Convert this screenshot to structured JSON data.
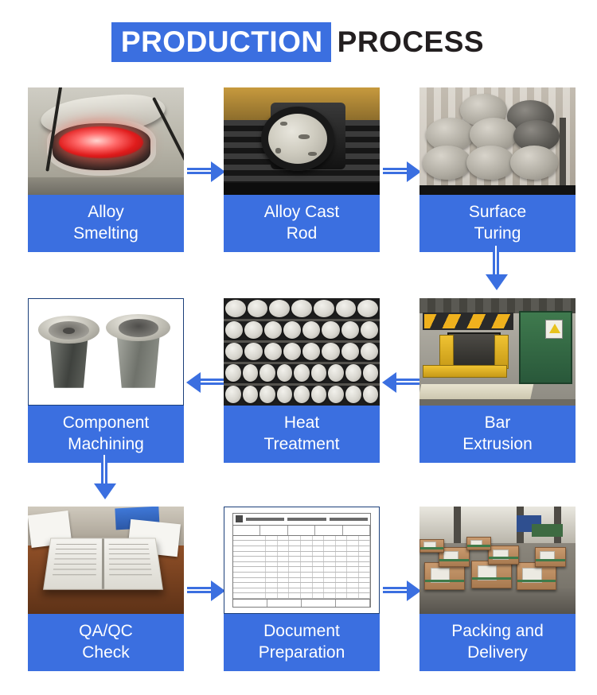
{
  "title": {
    "highlight": "PRODUCTION",
    "rest": "PROCESS"
  },
  "steps": [
    {
      "id": "alloy-smelting",
      "line1": "Alloy",
      "line2": "Smelting",
      "image_alt": "furnace-crucible-with-molten-red-alloy"
    },
    {
      "id": "alloy-cast-rod",
      "line1": "Alloy Cast",
      "line2": "Rod",
      "image_alt": "large-cast-billet-end-face-on-conveyor"
    },
    {
      "id": "surface-turing",
      "line1": "Surface",
      "line2": "Turing",
      "image_alt": "stack-of-turned-cylindrical-billets"
    },
    {
      "id": "bar-extrusion",
      "line1": "Bar",
      "line2": "Extrusion",
      "image_alt": "extrusion-press-machine-yellow-black-hazard-stripes"
    },
    {
      "id": "heat-treatment",
      "line1": "Heat",
      "line2": "Treatment",
      "image_alt": "rows-of-pale-billets-after-heat-treatment"
    },
    {
      "id": "component-machining",
      "line1": "Component",
      "line2": "Machining",
      "image_alt": "two-machined-metal-bushings-on-white-background"
    },
    {
      "id": "qa-qc-check",
      "line1": "QA/QC",
      "line2": "Check",
      "image_alt": "open-document-binder-on-wooden-desk"
    },
    {
      "id": "document-preparation",
      "line1": "Document",
      "line2": "Preparation",
      "image_alt": "inspection-record-form-table"
    },
    {
      "id": "packing-and-delivery",
      "line1": "Packing and",
      "line2": "Delivery",
      "image_alt": "wooden-crates-packed-in-warehouse"
    }
  ],
  "flow": {
    "arrows": [
      {
        "name": "arrow-smelting-to-cast-rod",
        "direction": "right"
      },
      {
        "name": "arrow-cast-rod-to-surface-turing",
        "direction": "right"
      },
      {
        "name": "arrow-surface-turing-to-bar-extrusion",
        "direction": "down"
      },
      {
        "name": "arrow-bar-extrusion-to-heat-treatment",
        "direction": "left"
      },
      {
        "name": "arrow-heat-treatment-to-component-machining",
        "direction": "left"
      },
      {
        "name": "arrow-component-machining-to-qa-qc",
        "direction": "down"
      },
      {
        "name": "arrow-qa-qc-to-document-preparation",
        "direction": "right"
      },
      {
        "name": "arrow-document-preparation-to-packing",
        "direction": "right"
      }
    ]
  },
  "colors": {
    "accent_blue": "#3b6fe0",
    "title_text_dark": "#231f20",
    "caption_text": "#ffffff",
    "background": "#ffffff"
  }
}
